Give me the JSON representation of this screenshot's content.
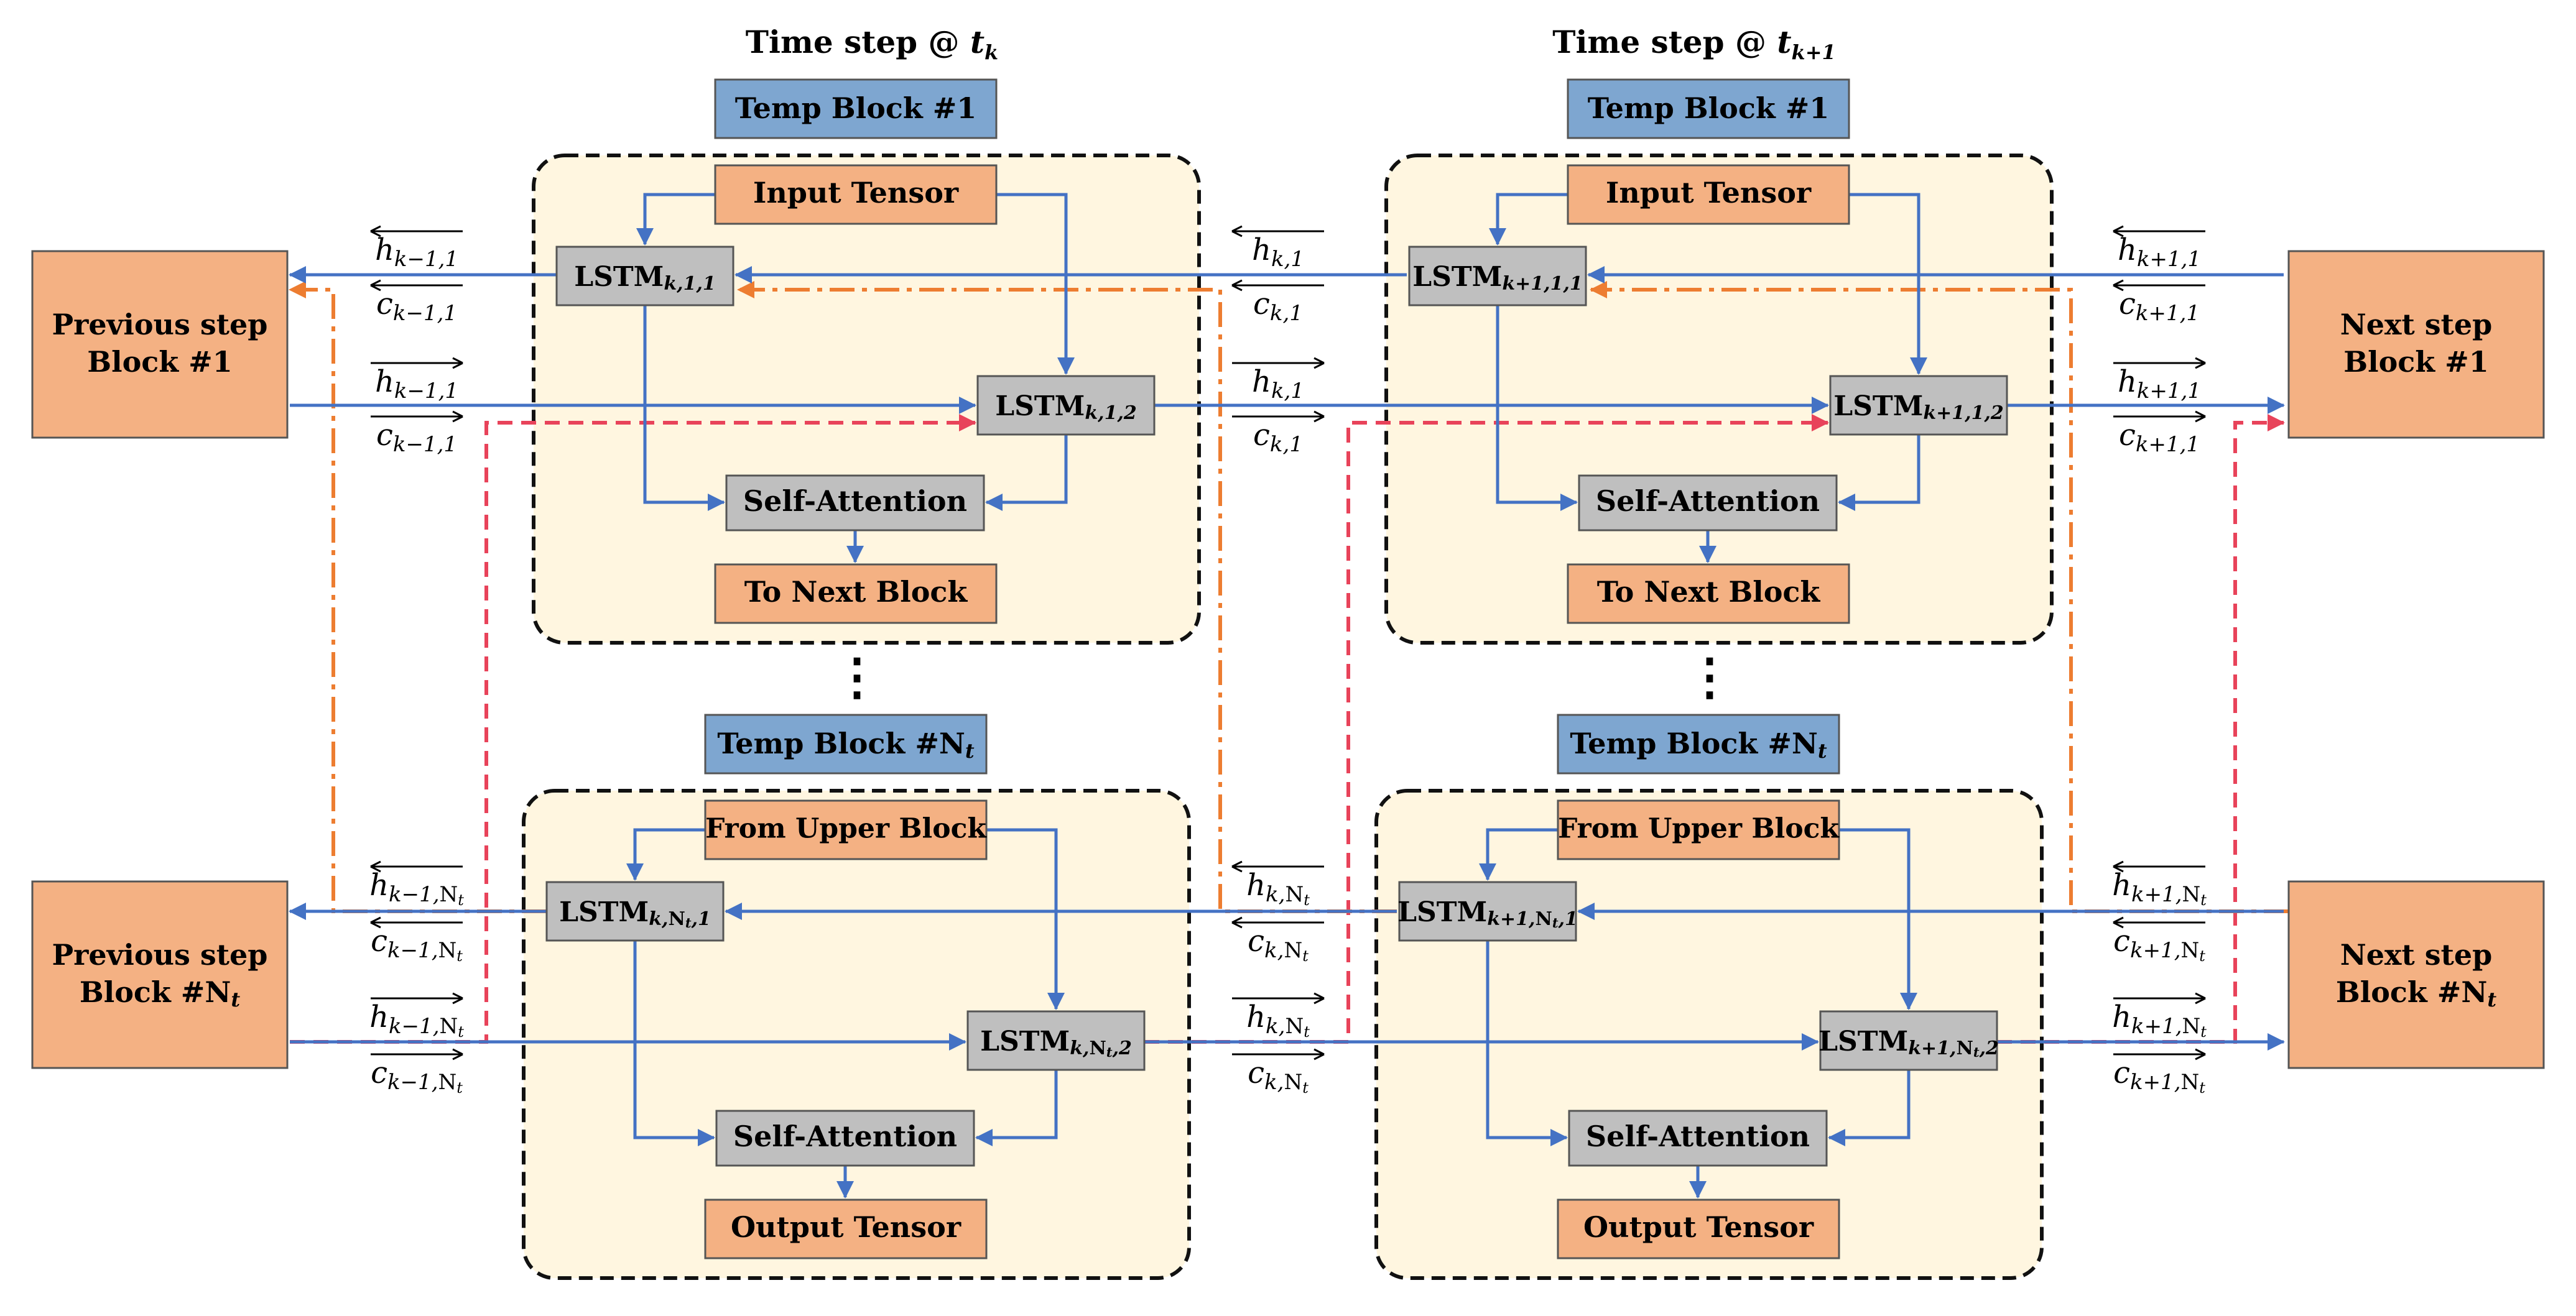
{
  "timesteps": [
    {
      "title_prefix": "Time step @ ",
      "title_var": "t",
      "title_sub": "k",
      "top": {
        "header_prefix": "Temp Block #",
        "header_num": "1",
        "input": "Input Tensor",
        "lstm1": "LSTM",
        "lstm1_sub": "k,1,1",
        "lstm2": "LSTM",
        "lstm2_sub": "k,1,2",
        "attention": "Self-Attention",
        "output": "To Next Block"
      },
      "bottom": {
        "header_prefix": "Temp Block #",
        "header_num": "N",
        "header_sub": "t",
        "input": "From Upper Block",
        "lstm1": "LSTM",
        "lstm1_sub": "k,Nt,1",
        "lstm2": "LSTM",
        "lstm2_sub": "k,Nt,2",
        "attention": "Self-Attention",
        "output": "Output Tensor"
      }
    },
    {
      "title_prefix": "Time step @ ",
      "title_var": "t",
      "title_sub": "k+1",
      "top": {
        "header_prefix": "Temp Block #",
        "header_num": "1",
        "input": "Input Tensor",
        "lstm1": "LSTM",
        "lstm1_sub": "k+1,1,1",
        "lstm2": "LSTM",
        "lstm2_sub": "k+1,1,2",
        "attention": "Self-Attention",
        "output": "To Next Block"
      },
      "bottom": {
        "header_prefix": "Temp Block #",
        "header_num": "N",
        "header_sub": "t",
        "input": "From Upper Block",
        "lstm1": "LSTM",
        "lstm1_sub": "k+1,Nt,1",
        "lstm2": "LSTM",
        "lstm2_sub": "k+1,Nt,2",
        "attention": "Self-Attention",
        "output": "Output Tensor"
      }
    }
  ],
  "side_blocks": {
    "prev_top_line1": "Previous step",
    "prev_top_line2": "Block #1",
    "prev_bottom_line1": "Previous step",
    "prev_bottom_line2": "Block #N",
    "prev_bottom_sub": "t",
    "next_top_line1": "Next step",
    "next_top_line2": "Block #1",
    "next_bottom_line1": "Next step",
    "next_bottom_line2": "Block #N",
    "next_bottom_sub": "t"
  },
  "ellipsis": "⋮",
  "state_labels": {
    "h": "h",
    "c": "c",
    "sub_prev_1": "k−1,1",
    "sub_mid_1": "k,1",
    "sub_next_1": "k+1,1",
    "sub_prev_n": "k−1,Nt",
    "sub_mid_n": "k,Nt",
    "sub_next_n": "k+1,Nt"
  },
  "colors": {
    "header_fill": "#7EA6D0",
    "orange_fill": "#F4B183",
    "gray_fill": "#BFBFBF",
    "panel_fill": "#FFF6E0",
    "blue_arrow": "#4472C4",
    "orange_dashdot": "#ED7D31",
    "red_dashed": "#E8435A"
  }
}
